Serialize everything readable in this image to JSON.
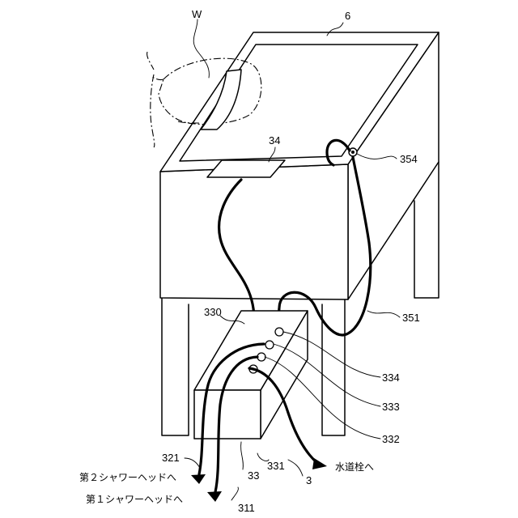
{
  "labels": {
    "w": "W",
    "n6": "6",
    "n34": "34",
    "n354": "354",
    "n351": "351",
    "n330": "330",
    "n334": "334",
    "n333": "333",
    "n332": "332",
    "n321": "321",
    "n33": "33",
    "n331": "331",
    "n3": "3",
    "n311": "311"
  },
  "outlets": {
    "second_shower": "第２シャワーヘッドへ",
    "first_shower": "第１シャワーヘッドへ",
    "tap": "水道栓へ"
  }
}
